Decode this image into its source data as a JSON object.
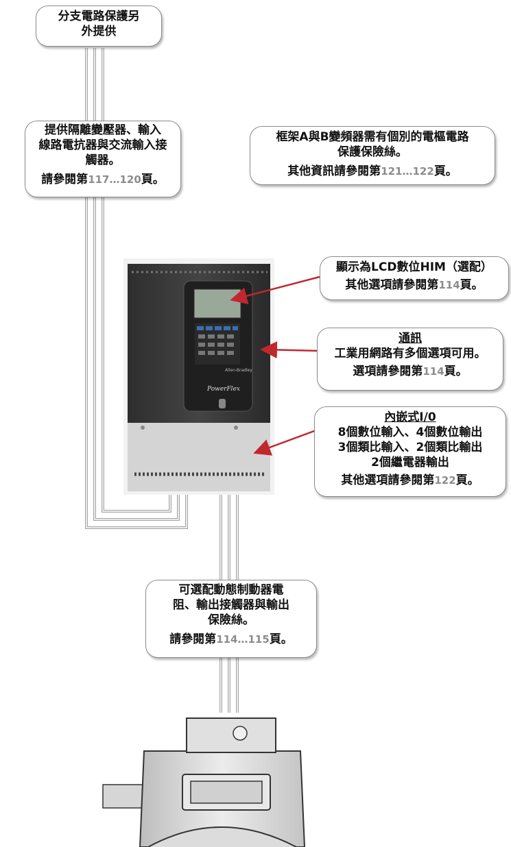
{
  "callouts": {
    "branch": {
      "lines": [
        "分支電路保護另",
        "外提供"
      ]
    },
    "isolation": {
      "lines": [
        "提供隔離變壓器、輸入",
        "線路電抗器與交流輸入接",
        "觸器。"
      ],
      "ref": {
        "pre": "請參閱第",
        "num": "117…120",
        "post": "頁。"
      }
    },
    "fuse_ab": {
      "lines": [
        "框架A與B變頻器需有個別的電樞電路",
        "保護保險絲。"
      ],
      "ref": {
        "pre": "其他資訊請參閱第",
        "num": "121…122",
        "post": "頁。"
      }
    },
    "him": {
      "lines": [
        "顯示為LCD數位HIM（選配）"
      ],
      "ref": {
        "pre": "其他選項請參閱第",
        "num": "114",
        "post": "頁。"
      }
    },
    "comm": {
      "title": "通訊",
      "lines": [
        "工業用網路有多個選項可用。"
      ],
      "ref": {
        "pre": "選項請參閱第",
        "num": "114",
        "post": "頁。"
      }
    },
    "io": {
      "title": "內嵌式I/0",
      "lines": [
        "8個數位輸入、4個數位輸出",
        "3個類比輸入、2個類比輸出",
        "2個繼電器輸出"
      ],
      "ref": {
        "pre": "其他選項請參閱第",
        "num": "122",
        "post": "頁。"
      }
    },
    "brake": {
      "lines": [
        "可選配動態制動器電",
        "阻、輸出接觸器與輸出",
        "保險絲。"
      ],
      "ref": {
        "pre": "請參閱第",
        "num": "114…115",
        "post": "頁。"
      }
    }
  },
  "drive": {
    "brand_text": "PowerFlex",
    "mfr_text": "Allen-Bradley"
  },
  "colors": {
    "arrow": "#c0282d",
    "cable": "#a6a6a6",
    "drive_body": "#3b3b3b",
    "drive_bottom": "#d4d4d4"
  }
}
